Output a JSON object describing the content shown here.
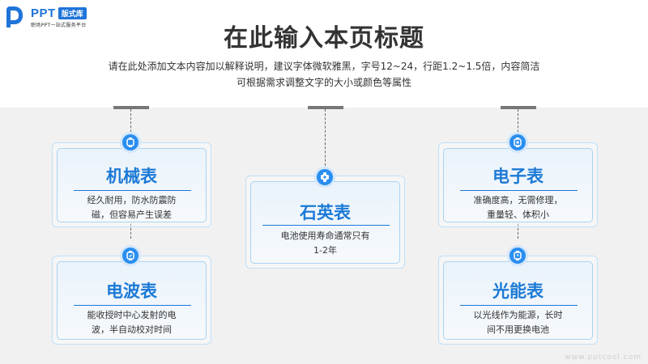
{
  "logo": {
    "brand": "PPT",
    "badge": "版式库",
    "tagline": "职场PPT一站式服务平台"
  },
  "title": "在此输入本页标题",
  "subtitle": {
    "line1": "请在此处添加文本内容加以解释说明，建议字体微软雅黑，字号12~24，行距1.2~1.5倍，内容简洁",
    "line2": "可根据需求调整文字的大小或颜色等属性"
  },
  "cards": [
    {
      "title": "机械表",
      "text1": "经久耐用，防水防震防",
      "text2": "磁，但容易产生误差",
      "icon": "watch-icon"
    },
    {
      "title": "电波表",
      "text1": "能收授时中心发射的电",
      "text2": "波，半自动校对时间",
      "icon": "watch-icon"
    },
    {
      "title": "石英表",
      "text1": "电池使用寿命通常只有",
      "text2": "1-2年",
      "icon": "watch-icon"
    },
    {
      "title": "电子表",
      "text1": "准确度高，无需修理，",
      "text2": "重量轻、体积小",
      "icon": "watch-icon"
    },
    {
      "title": "光能表",
      "text1": "以光线作为能源，长时",
      "text2": "间不用更换电池",
      "icon": "watch-icon"
    }
  ],
  "watermark": "www.pptcool.com",
  "colors": {
    "accent": "#1c7ad6",
    "text": "#333333",
    "background_lower": "#f1f1f2"
  }
}
